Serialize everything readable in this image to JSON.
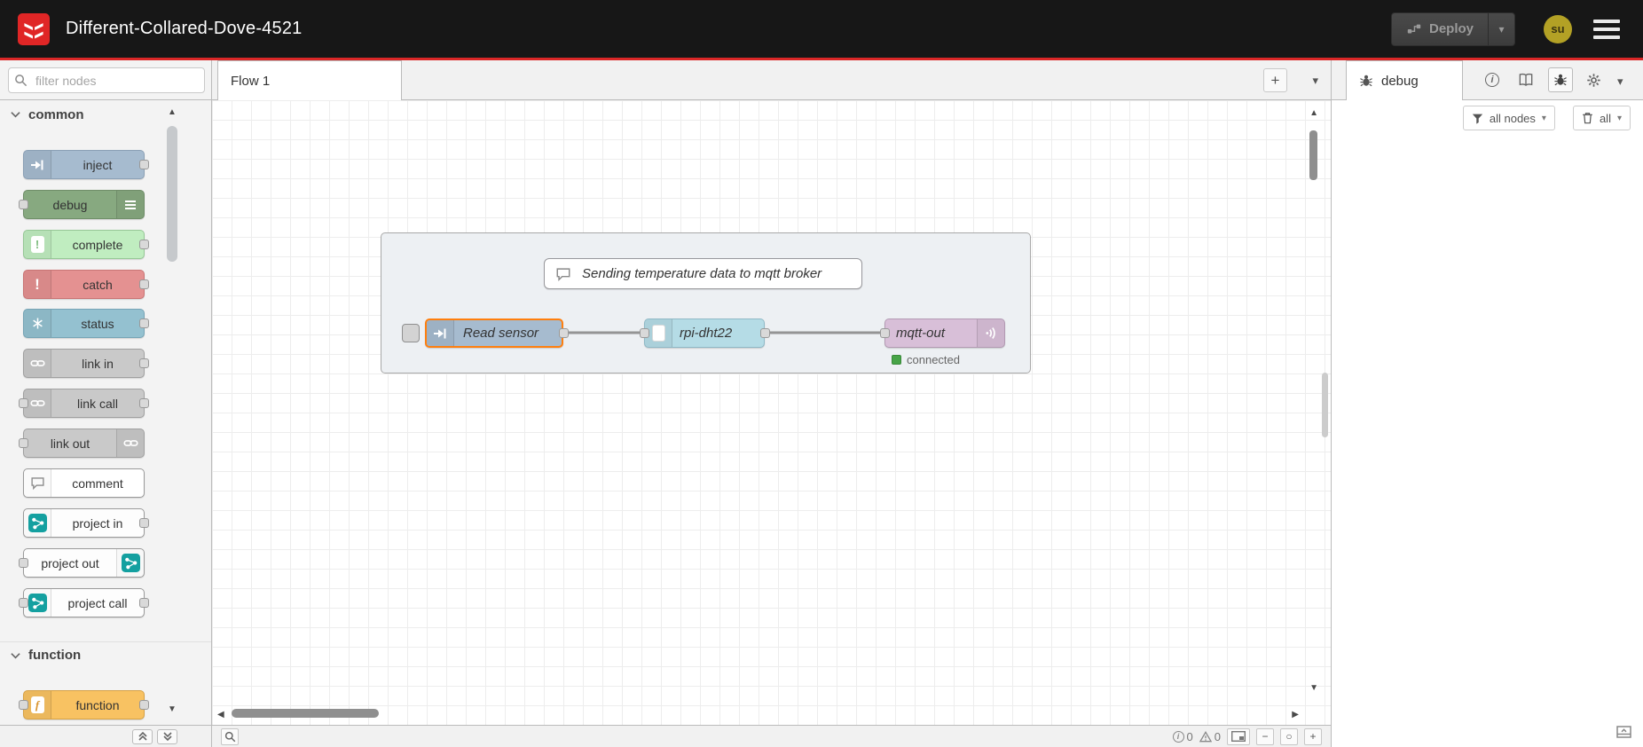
{
  "header": {
    "title": "Different-Collared-Dove-4521",
    "deploy_label": "Deploy",
    "user_initials": "su"
  },
  "palette": {
    "search_placeholder": "filter nodes",
    "categories": [
      {
        "label": "common"
      },
      {
        "label": "function"
      }
    ],
    "nodes": {
      "inject": "inject",
      "debug": "debug",
      "complete": "complete",
      "catch": "catch",
      "status": "status",
      "link_in": "link in",
      "link_call": "link call",
      "link_out": "link out",
      "comment": "comment",
      "project_in": "project in",
      "project_out": "project out",
      "project_call": "project call",
      "function": "function"
    }
  },
  "workspace": {
    "tab_label": "Flow 1",
    "add_flow": "+",
    "flow": {
      "group_comment": "Sending temperature data to mqtt broker",
      "inject_label": "Read sensor",
      "dht_label": "rpi-dht22",
      "mqtt_label": "mqtt-out",
      "mqtt_status": "connected"
    },
    "footer": {
      "info_count": "0",
      "warning_count": "0",
      "zoom_out": "−",
      "zoom_reset": "○",
      "zoom_in": "+"
    }
  },
  "sidebar": {
    "tab_label": "debug",
    "filter_label": "all nodes",
    "delete_label": "all"
  },
  "colors": {
    "accent_red": "#da2727",
    "header_bg": "#171717",
    "inject": "#a6bbcf",
    "debug": "#87a980",
    "complete": "#c0edc0",
    "catch": "#e49191",
    "status": "#94c1d0",
    "link": "#c9c9c9",
    "project_teal": "#14a0a0",
    "function": "#f8c262",
    "dht": "#b5dce6",
    "mqtt": "#d8bfd8",
    "selected_border": "#ff7f0e",
    "status_green": "#47a447",
    "avatar_bg": "#b3a125"
  }
}
